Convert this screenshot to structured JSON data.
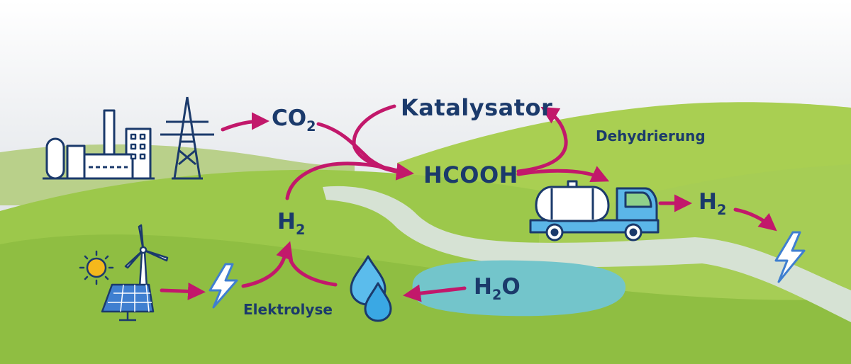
{
  "labels": {
    "co2_base": "CO",
    "co2_sub": "2",
    "katalysator": "Katalysator",
    "dehydrierung": "Dehydrierung",
    "hcooh": "HCOOH",
    "h2_left_base": "H",
    "h2_left_sub": "2",
    "h2_right_base": "H",
    "h2_right_sub": "2",
    "h2o_base": "H",
    "h2o_sub": "2",
    "h2o_tail": "O",
    "elektrolyse": "Elektrolyse"
  },
  "colors": {
    "arrow": "#c2186b",
    "text": "#1b3a6b",
    "hill_dark": "#93c043",
    "hill_light": "#a9cf52",
    "road": "#d6e2d4",
    "lake": "#73c5cb",
    "icon_line": "#1b3a6b",
    "truck": "#5bb6e8",
    "water_drop": "#3aa8e4",
    "sun": "#f5b81c"
  },
  "icons": [
    "factory-icon",
    "power-pylon-icon",
    "sun-icon",
    "wind-turbine-icon",
    "solar-panel-icon",
    "lightning-icon",
    "water-drops-icon",
    "tanker-truck-icon"
  ]
}
